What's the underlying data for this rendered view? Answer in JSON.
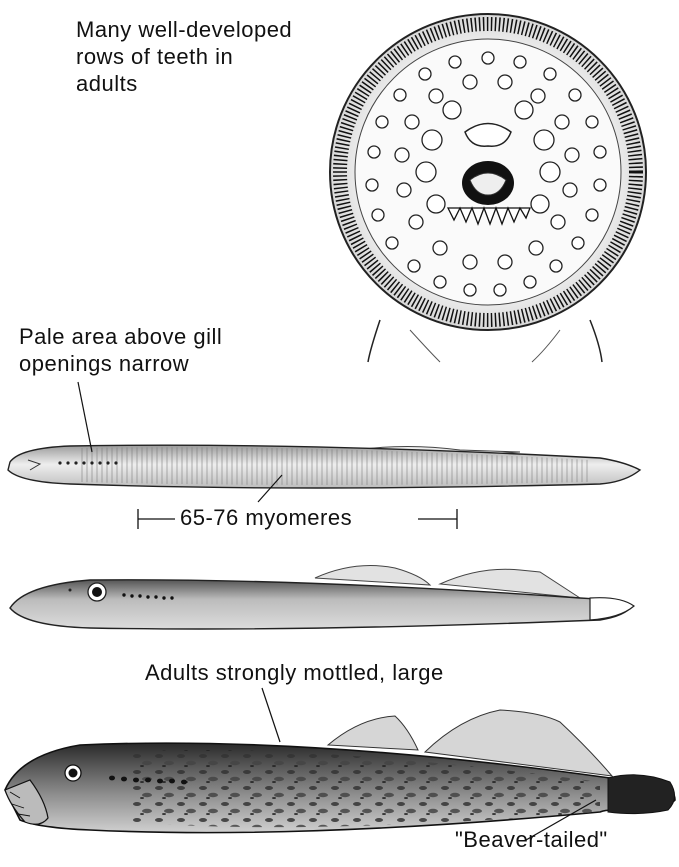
{
  "labels": {
    "teeth": [
      "Many well-developed",
      "rows of teeth in",
      "adults"
    ],
    "pale_area": [
      "Pale area above gill",
      "openings narrow"
    ],
    "myomeres": "65-76 myomeres",
    "mottled": "Adults strongly mottled, large",
    "beaver": "\"Beaver-tailed\""
  },
  "colors": {
    "ink": "#111111",
    "paper": "#ffffff"
  }
}
